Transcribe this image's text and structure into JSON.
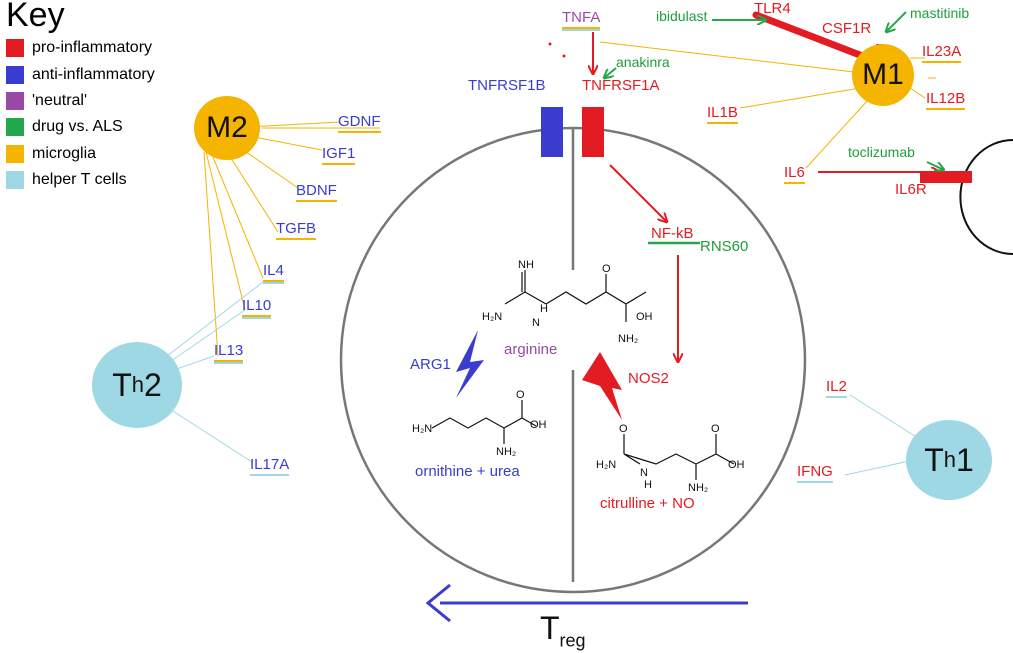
{
  "key": {
    "title": "Key",
    "items": [
      {
        "label": "pro-inflammatory",
        "color": "#e31b23"
      },
      {
        "label": "anti-inflammatory",
        "color": "#3a3ccf"
      },
      {
        "label": "'neutral'",
        "color": "#9a4aa6"
      },
      {
        "label": "drug vs. ALS",
        "color": "#22a84a"
      },
      {
        "label": "microglia",
        "color": "#f4b400"
      },
      {
        "label": "helper T cells",
        "color": "#9ed8e5"
      }
    ]
  },
  "cells": {
    "m1": "M1",
    "m2": "M2",
    "th1_main": "T",
    "th1_sub": "h",
    "th1_num": "1",
    "th2_main": "T",
    "th2_sub": "h",
    "th2_num": "2"
  },
  "m2_products": [
    "GDNF",
    "IGF1",
    "BDNF",
    "TGFB",
    "IL4",
    "IL10",
    "IL13",
    "IL17A"
  ],
  "m1_products": [
    "TNFA",
    "TLR4",
    "CSF1R",
    "IL23A",
    "IL12B",
    "IL1B",
    "IL6"
  ],
  "th1_products": [
    "IL2",
    "IFNG"
  ],
  "receptors": {
    "tnfrsf1b": "TNFRSF1B",
    "tnfrsf1a": "TNFRSF1A",
    "il6r": "IL6R"
  },
  "drugs": {
    "ibidulast": "ibidulast",
    "mastitinib": "mastitinib",
    "anakinra": "anakinra",
    "toclizumab": "toclizumab",
    "rns60": "RNS60"
  },
  "pathway": {
    "nfkb": "NF-kB",
    "nos2": "NOS2",
    "arg1": "ARG1",
    "arginine": "arginine",
    "ornithine": "ornithine + urea",
    "citrulline": "citrulline + NO"
  },
  "treg": {
    "main": "T",
    "sub": "reg"
  }
}
